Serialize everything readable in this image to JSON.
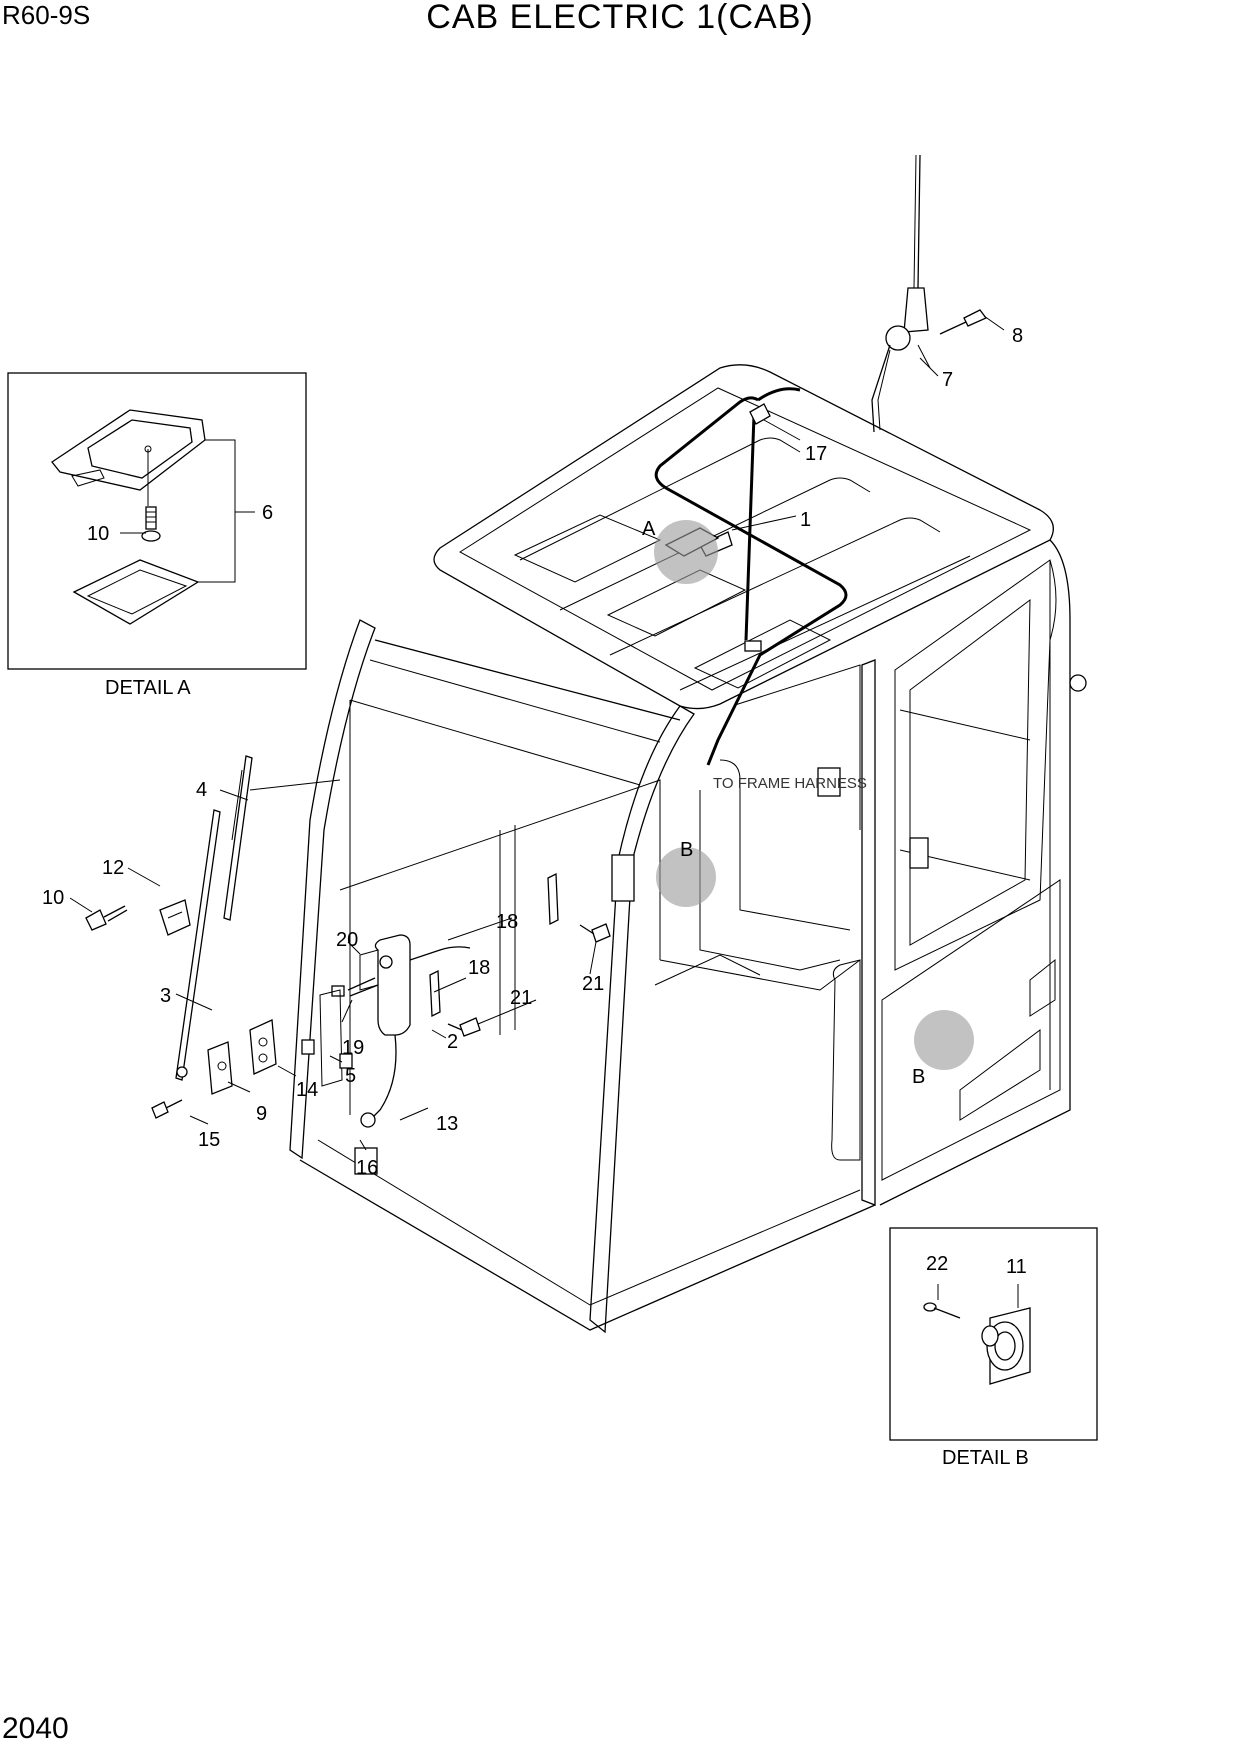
{
  "header": {
    "model": "R60-9S",
    "title": "CAB ELECTRIC 1(CAB)"
  },
  "page_number": "2040",
  "details": {
    "a": {
      "caption": "DETAIL A",
      "callouts": [
        "6",
        "10"
      ]
    },
    "b": {
      "caption": "DETAIL B",
      "callouts": [
        "22",
        "11"
      ]
    }
  },
  "annotations": {
    "to_frame_harness": "TO FRAME HARNESS",
    "marker_a": "A",
    "marker_b1": "B",
    "marker_b2": "B"
  },
  "callouts": {
    "c1": "1",
    "c2": "2",
    "c3": "3",
    "c4": "4",
    "c5": "5",
    "c7": "7",
    "c8": "8",
    "c9": "9",
    "c10": "10",
    "c12": "12",
    "c13": "13",
    "c14": "14",
    "c15": "15",
    "c16": "16",
    "c17": "17",
    "c18a": "18",
    "c18b": "18",
    "c19": "19",
    "c20": "20",
    "c21a": "21",
    "c21b": "21"
  }
}
